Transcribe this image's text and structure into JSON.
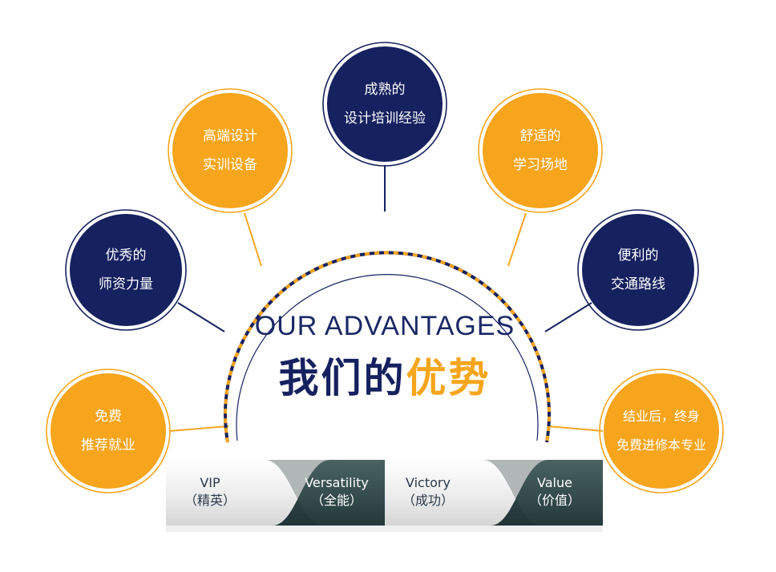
{
  "headline": {
    "english": "OUR ADVANTAGES",
    "chinese_dark": "我们的",
    "chinese_accent": "优势"
  },
  "advantages": [
    {
      "line1": "免费",
      "line2": "推荐就业",
      "color": "#f7a51c"
    },
    {
      "line1": "优秀的",
      "line2": "师资力量",
      "color": "#16215f"
    },
    {
      "line1": "高端设计",
      "line2": "实训设备",
      "color": "#f7a51c"
    },
    {
      "line1": "成熟的",
      "line2": "设计培训经验",
      "color": "#16215f"
    },
    {
      "line1": "舒适的",
      "line2": "学习场地",
      "color": "#f7a51c"
    },
    {
      "line1": "便利的",
      "line2": "交通路线",
      "color": "#16215f"
    },
    {
      "line1": "结业后，终身",
      "line2": "免费进修本专业",
      "color": "#f7a51c"
    }
  ],
  "ribbon": [
    {
      "title": "VIP",
      "subtitle": "（精英）",
      "tone": "light"
    },
    {
      "title": "Versatility",
      "subtitle": "（全能）",
      "tone": "dark"
    },
    {
      "title": "Victory",
      "subtitle": "（成功）",
      "tone": "light"
    },
    {
      "title": "Value",
      "subtitle": "（价值）",
      "tone": "dark"
    }
  ],
  "colors": {
    "navy": "#16215f",
    "orange": "#f7a51c",
    "ribbon_dark": "#344a4a",
    "ribbon_light": "#eeeeee"
  }
}
